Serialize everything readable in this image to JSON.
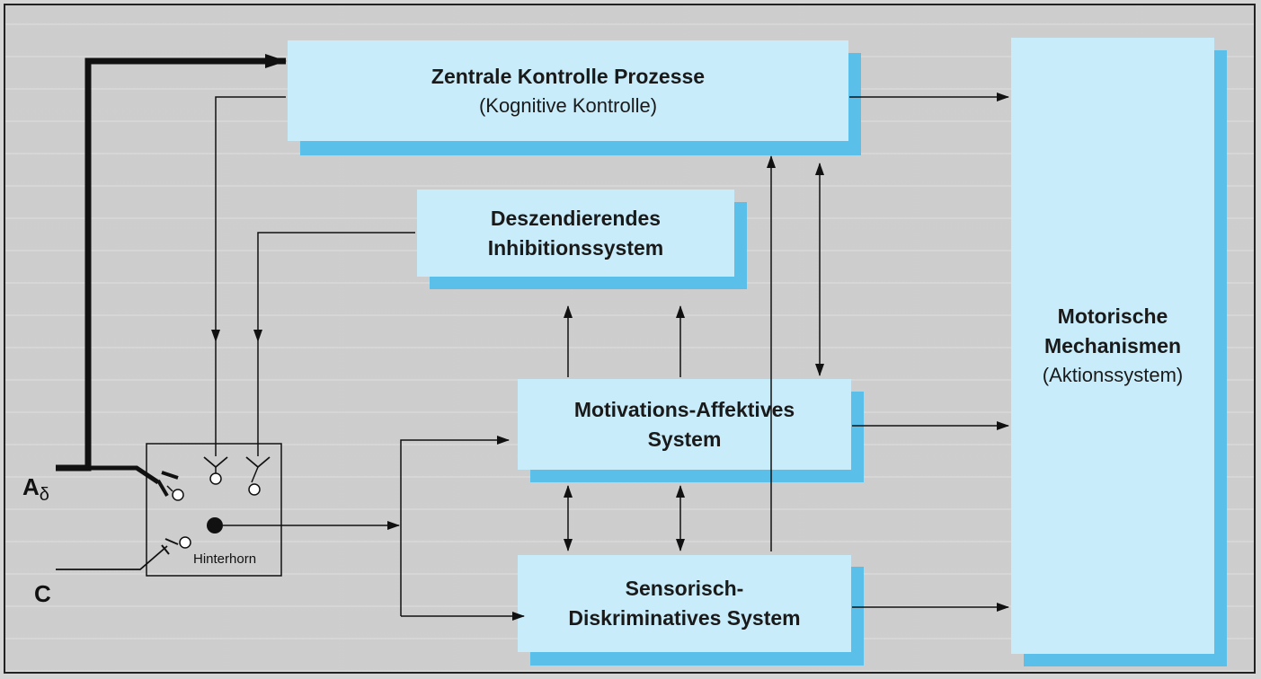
{
  "diagram": {
    "zentrale": {
      "title": "Zentrale Kontrolle Prozesse",
      "subtitle": "(Kognitive Kontrolle)"
    },
    "deszendierendes": {
      "line1": "Deszendierendes",
      "line2": "Inhibitionssystem"
    },
    "motivations": {
      "line1": "Motivations-Affektives",
      "line2": "System"
    },
    "sensorisch": {
      "line1": "Sensorisch-",
      "line2": "Diskriminatives System"
    },
    "motorische": {
      "line1": "Motorische",
      "line2": "Mechanismen",
      "subtitle": "(Aktionssystem)"
    },
    "hinterhorn": "Hinterhorn",
    "input_a": "A",
    "input_a_sub": "δ",
    "input_c": "C",
    "colors": {
      "box_fill": "#c9ecfa",
      "box_shadow": "#5ac0ea",
      "line": "#111111",
      "background": "#d4d4d4"
    }
  }
}
